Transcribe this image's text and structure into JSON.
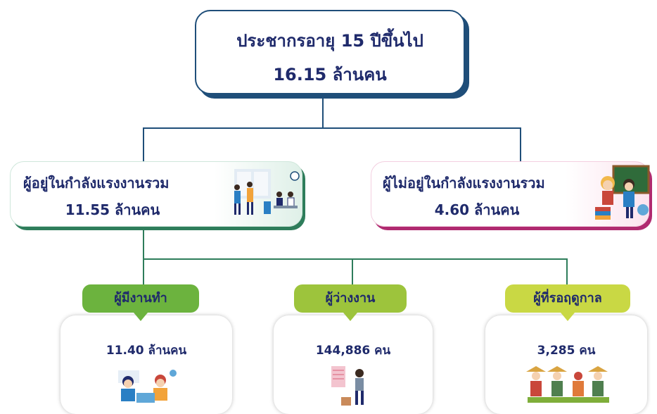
{
  "root": {
    "line1": "ประชากรอายุ 15 ปีขึ้นไป",
    "line2": "16.15 ล้านคน"
  },
  "labour_force": {
    "title": "ผู้อยู่ในกำลังแรงงานรวม",
    "value": "11.55 ล้านคน",
    "accent": "#2e7d5b"
  },
  "non_labour_force": {
    "title": "ผู้ไม่อยู่ในกำลังแรงงานรวม",
    "value": "4.60 ล้านคน",
    "accent": "#b02a70"
  },
  "employed": {
    "label": "ผู้มีงานทำ",
    "value": "11.40 ล้านคน",
    "color": "#6cb33e"
  },
  "unemployed": {
    "label": "ผู้ว่างงาน",
    "value": "144,886 คน",
    "color": "#9dc43c"
  },
  "seasonal": {
    "label": "ผู้ที่รอฤดูกาล",
    "value": "3,285 คน",
    "color": "#c9d844"
  }
}
